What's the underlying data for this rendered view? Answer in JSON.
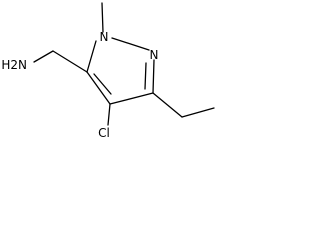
{
  "molecule": {
    "atom_labels": {
      "amine": "H2N",
      "ring_nitrogen_1": "N",
      "ring_nitrogen_2": "N",
      "chlorine": "Cl"
    }
  },
  "colors": {
    "bond": "#000000",
    "label": "#000000",
    "background": "#ffffff"
  }
}
